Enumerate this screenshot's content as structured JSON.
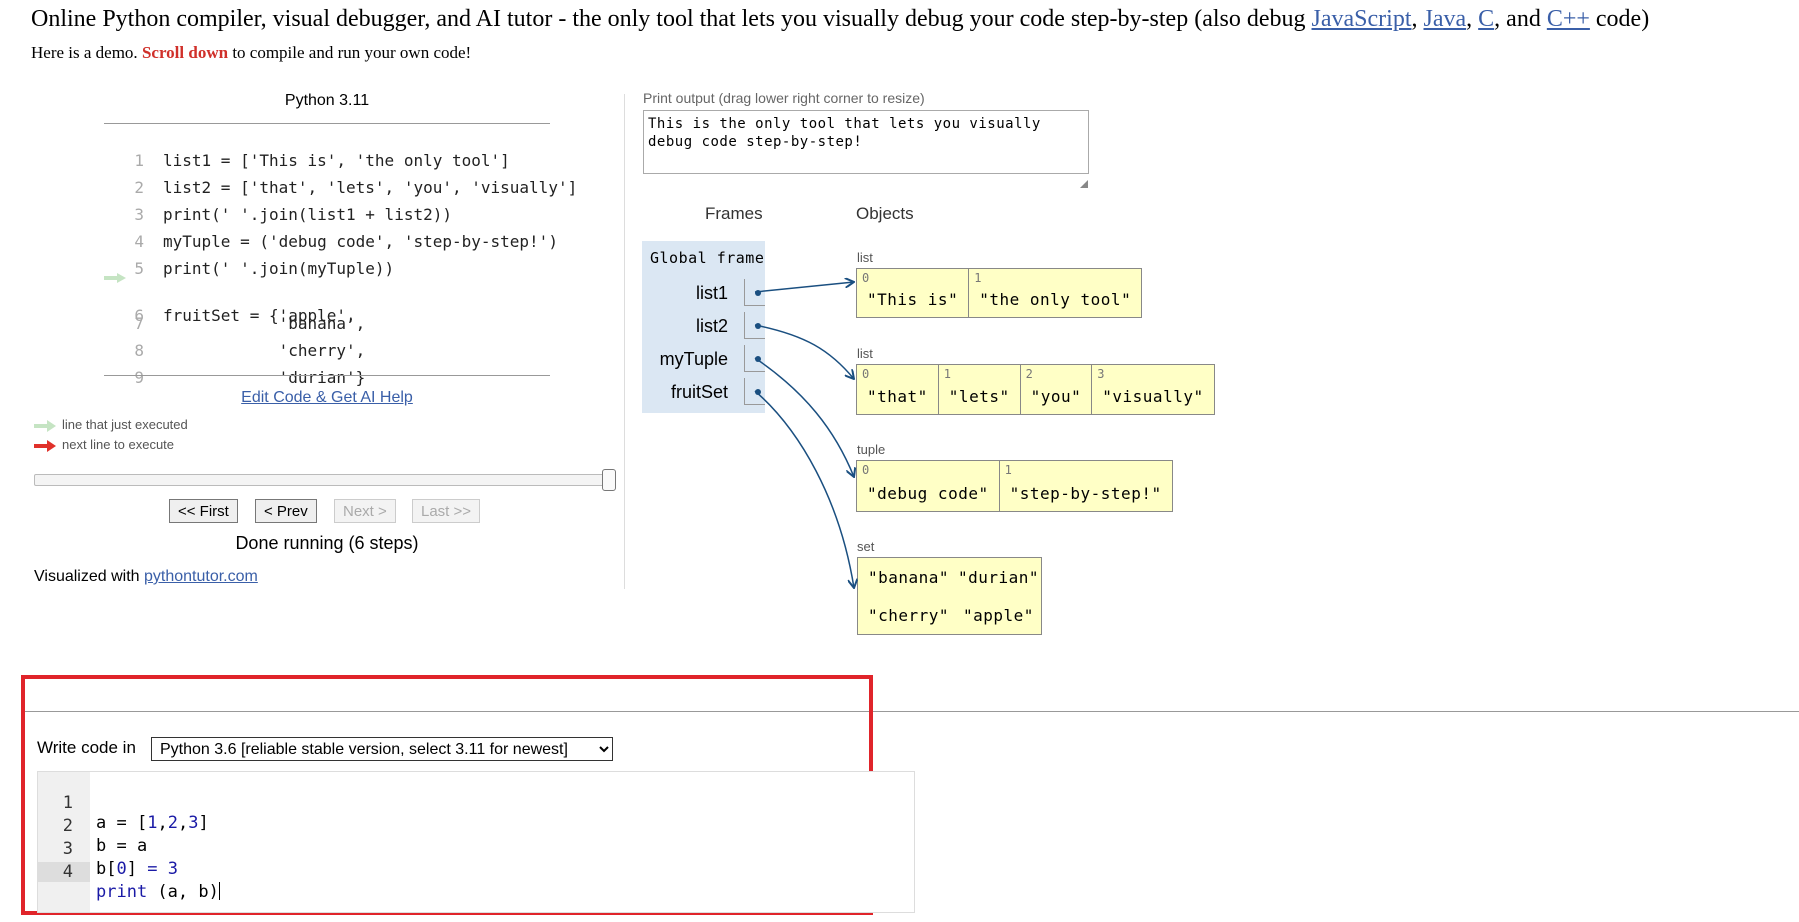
{
  "header": {
    "title_prefix": "Online Python compiler, visual debugger, and AI tutor - the only tool that lets you visually debug your code step-by-step (also debug ",
    "links": [
      "JavaScript",
      "Java",
      "C",
      "C++"
    ],
    "sep1": ", ",
    "sep2": ", ",
    "sep3": ", and ",
    "title_suffix": " code)",
    "demo_prefix": "Here is a demo. ",
    "demo_emph": "Scroll down",
    "demo_suffix": " to compile and run your own code!"
  },
  "code_panel": {
    "language": "Python 3.11",
    "lines": [
      {
        "n": "1",
        "text": "list1 = ['This is', 'the only tool']"
      },
      {
        "n": "2",
        "text": "list2 = ['that', 'lets', 'you', 'visually']"
      },
      {
        "n": "3",
        "text": "print(' '.join(list1 + list2))"
      },
      {
        "n": "4",
        "text": "myTuple = ('debug code', 'step-by-step!')"
      },
      {
        "n": "5",
        "text": "print(' '.join(myTuple))"
      },
      {
        "n": "6",
        "text": "fruitSet = {'apple',"
      },
      {
        "n": "7",
        "text": "            'banana',"
      },
      {
        "n": "8",
        "text": "            'cherry',"
      },
      {
        "n": "9",
        "text": "            'durian'}"
      }
    ],
    "edit_link": "Edit Code & Get AI Help",
    "legend_executed": "line that just executed",
    "legend_next": "next line to execute",
    "colors": {
      "executed_arrow": "#c5e4c3",
      "next_arrow": "#e0312a"
    }
  },
  "nav": {
    "first": "<< First",
    "prev": "< Prev",
    "next": "Next >",
    "last": "Last >>",
    "status": "Done running (6 steps)",
    "progress": 1.0
  },
  "footer": {
    "visualized_prefix": "Visualized with ",
    "visualized_link": "pythontutor.com"
  },
  "output": {
    "label": "Print output (drag lower right corner to resize)",
    "text": "This is the only tool that lets you visually\ndebug code step-by-step!"
  },
  "viz": {
    "frames_header": "Frames",
    "objects_header": "Objects",
    "global_frame": "Global frame",
    "variables": [
      "list1",
      "list2",
      "myTuple",
      "fruitSet"
    ],
    "objects": [
      {
        "type": "list",
        "items": [
          {
            "i": "0",
            "v": "\"This is\""
          },
          {
            "i": "1",
            "v": "\"the only tool\""
          }
        ]
      },
      {
        "type": "list",
        "items": [
          {
            "i": "0",
            "v": "\"that\""
          },
          {
            "i": "1",
            "v": "\"lets\""
          },
          {
            "i": "2",
            "v": "\"you\""
          },
          {
            "i": "3",
            "v": "\"visually\""
          }
        ]
      },
      {
        "type": "tuple",
        "items": [
          {
            "i": "0",
            "v": "\"debug code\""
          },
          {
            "i": "1",
            "v": "\"step-by-step!\""
          }
        ]
      },
      {
        "type": "set",
        "items": [
          "\"banana\"",
          "\"durian\"",
          "\"cherry\"",
          "\"apple\""
        ]
      }
    ]
  },
  "editor": {
    "write_label": "Write code in",
    "language_selected": "Python 3.6 [reliable stable version, select 3.11 for newest]",
    "line_numbers": [
      "1",
      "2",
      "3",
      "4"
    ]
  }
}
